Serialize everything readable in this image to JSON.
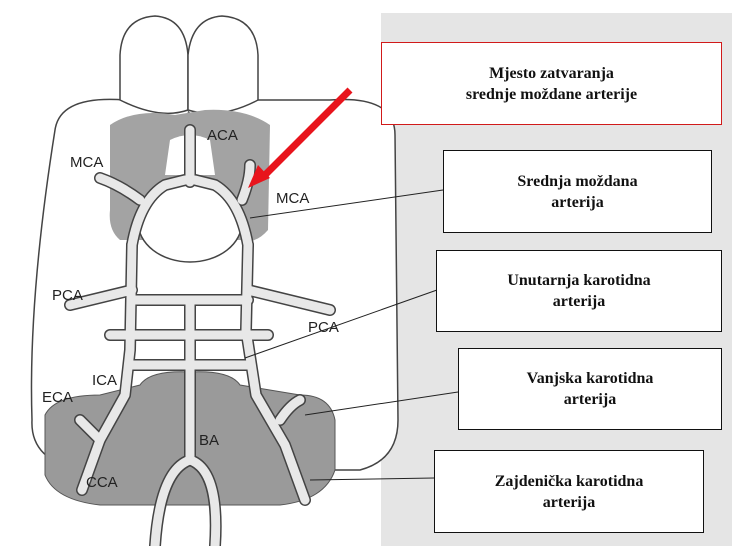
{
  "diagram": {
    "labels": {
      "aca": "ACA",
      "mca_left": "MCA",
      "mca_right": "MCA",
      "pca_left": "PCA",
      "pca_right": "PCA",
      "ica": "ICA",
      "eca": "ECA",
      "ba": "BA",
      "cca": "CCA"
    },
    "callouts": {
      "occlusion_site": "Mjesto zatvaranja\nsrednje moždane arterije",
      "middle_cerebral_artery": "Srednja moždana\narterija",
      "internal_carotid_artery": "Unutarnja karotidna\narterija",
      "external_carotid_artery": "Vanjska karotidna\narterija",
      "common_carotid_artery": "Zajdenička karotidna\narterija"
    },
    "colors": {
      "arrow": "#e8141c",
      "occlusion_box_border": "#d11a1a",
      "panel_background": "#e5e5e5",
      "vessel_fill": "#e8e8e8",
      "tissue_dark": "#9a9a9a"
    }
  }
}
